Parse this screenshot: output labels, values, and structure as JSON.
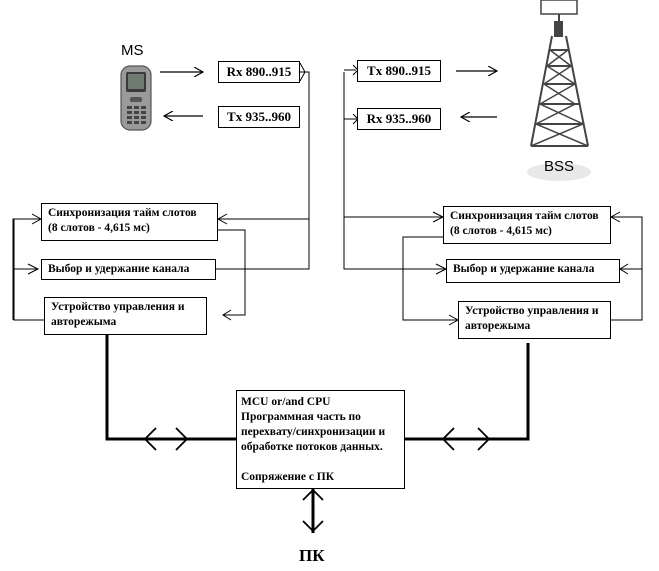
{
  "ms": {
    "label": "MS"
  },
  "bss": {
    "label": "BSS"
  },
  "left": {
    "rx": "Rx 890..915",
    "tx": "Tx 935..960",
    "sync": [
      "Синхронизация тайм слотов",
      "(8 слотов - 4,615 мс)"
    ],
    "channel": "Выбор и удержание канала",
    "control": [
      "Устройство управления и",
      "авторежыма"
    ]
  },
  "right": {
    "tx": "Tx 890..915",
    "rx": "Rx 935..960",
    "sync": [
      "Синхронизация тайм слотов",
      "(8 слотов - 4,615 мс)"
    ],
    "channel": "Выбор и удержание канала",
    "control": [
      "Устройство управления и",
      "авторежыма"
    ]
  },
  "cpu": {
    "lines": [
      "MCU or/and CPU",
      "Программная часть по",
      "перехвату/синхронизации и",
      "обработке потоков данных.",
      "",
      "Сопряжение с ПК"
    ]
  },
  "pc": {
    "label": "ПК"
  },
  "colors": {
    "line": "#000000",
    "background": "#ffffff",
    "phone": "#8a8a8a",
    "tower": "#444444"
  }
}
